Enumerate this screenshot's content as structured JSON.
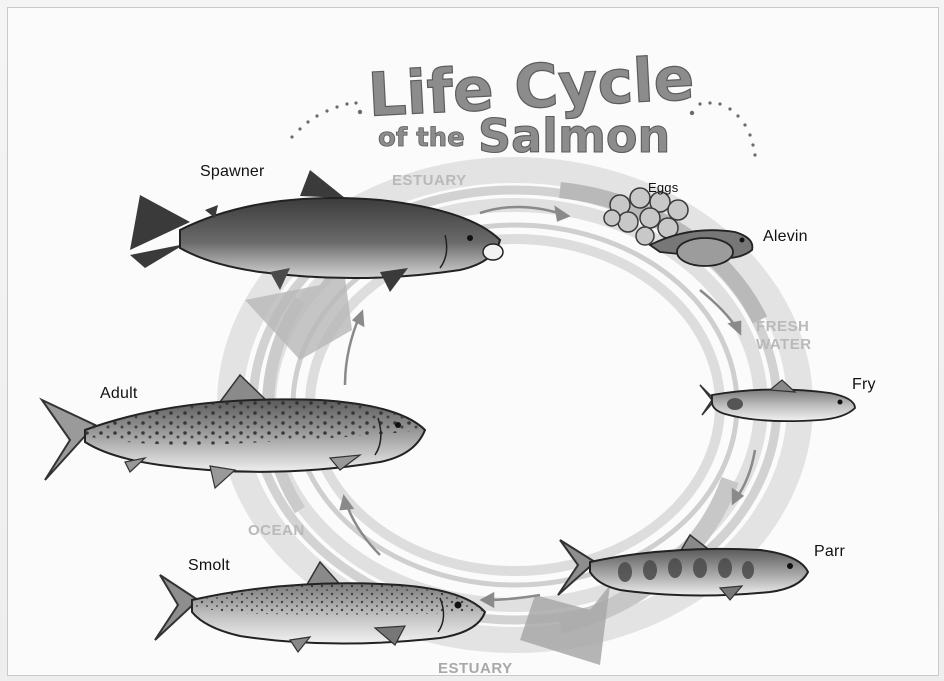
{
  "title": {
    "line1": "Life Cycle",
    "line2_small": "of the",
    "line2_big": "Salmon"
  },
  "stages": {
    "spawner": "Spawner",
    "eggs": "Eggs",
    "alevin": "Alevin",
    "fry": "Fry",
    "parr": "Parr",
    "smolt": "Smolt",
    "adult": "Adult"
  },
  "habitats": {
    "estuary_top": "ESTUARY",
    "fresh_water": "FRESH WATER",
    "ocean": "OCEAN",
    "estuary_bottom": "ESTUARY"
  },
  "colors": {
    "title": "#8c8c8c",
    "ring_light": "#d8d8d8",
    "ring_mid": "#c4c4c4",
    "arrow": "#8a8a8a",
    "label": "#111111",
    "habitat": "#b9b9b9"
  }
}
